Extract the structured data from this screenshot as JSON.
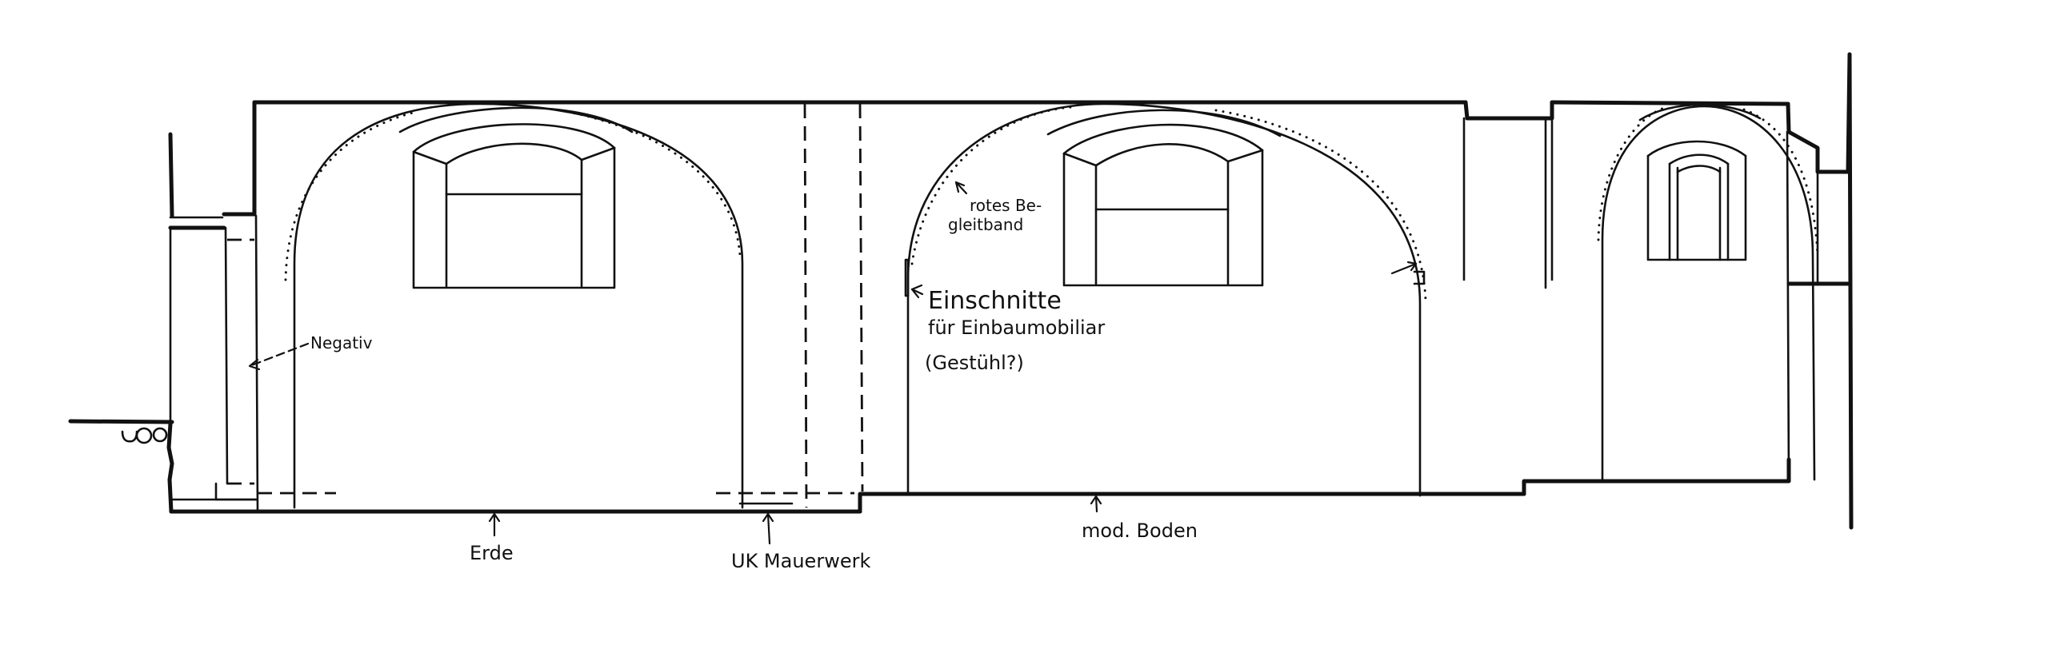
{
  "drawing": {
    "type": "architectural-elevation-sketch",
    "background": "#ffffff",
    "line_color": "#111111"
  },
  "annotations": {
    "negativ": "Negativ",
    "rotes_begleitband_line1": "rotes Be-",
    "rotes_begleitband_line2": "gleitband",
    "einschnitte_line1": "Einschnitte",
    "einschnitte_line2": "für Einbaumobiliar",
    "einschnitte_line3": "(Gestühl?)",
    "erde": "Erde",
    "uk_mauerwerk": "UK Mauerwerk",
    "mod_boden": "mod. Boden"
  },
  "elements": {
    "arches": [
      "left-arch",
      "middle-arch",
      "right-arch"
    ],
    "windows": [
      "left-window",
      "middle-window",
      "right-window"
    ]
  }
}
